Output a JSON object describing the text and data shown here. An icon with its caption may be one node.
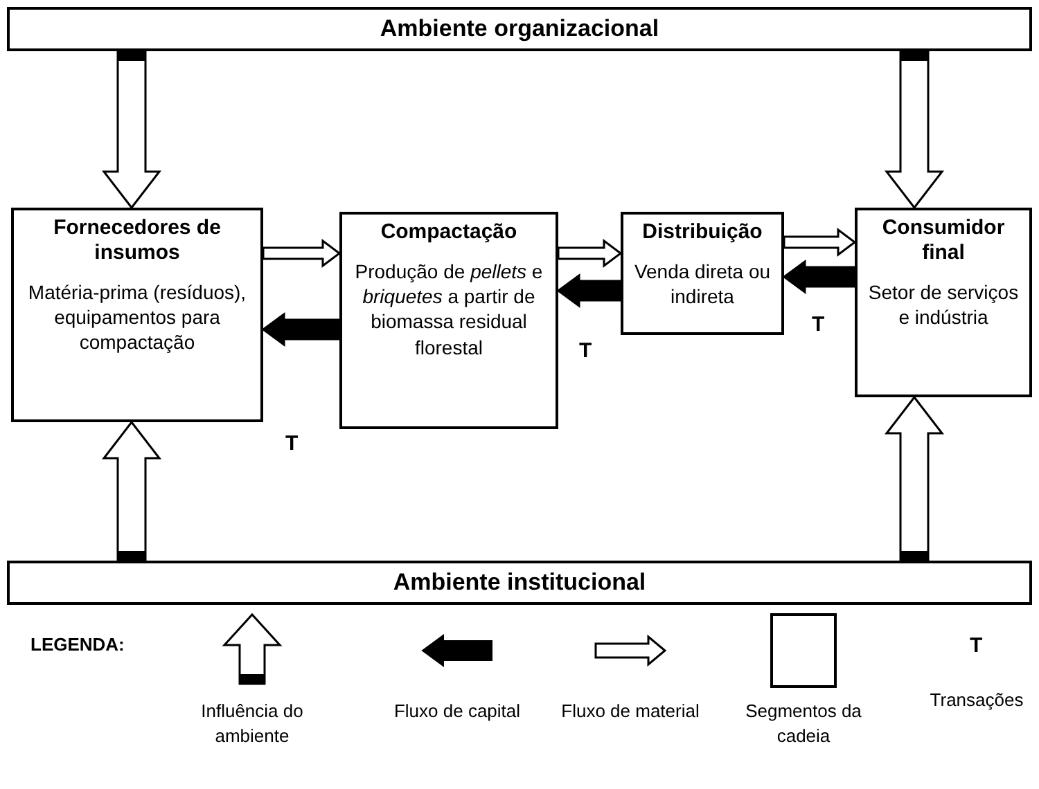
{
  "diagram": {
    "nodes": [
      {
        "text": [
          "Ambiente organizacional"
        ]
      },
      {
        "text": [
          "Fornecedores de insumos",
          "Matéria-prima (resíduos), equipamentos para compactação"
        ]
      },
      {
        "text": [
          "Compactação",
          "Produção de *pellets* e *briquetes* a partir de biomassa residual florestal"
        ]
      },
      {
        "text": [
          "Distribuição",
          "Venda direta ou indireta"
        ]
      },
      {
        "text": [
          "Consumidor final",
          "Setor de serviços e indústria"
        ]
      },
      {
        "text": [
          "Ambiente institucional"
        ]
      }
    ],
    "edges": [
      {
        "from": 0,
        "to": 1,
        "arrow": "to"
      },
      {
        "from": 0,
        "to": 4,
        "arrow": "to"
      },
      {
        "from": 5,
        "to": 1,
        "arrow": "to"
      },
      {
        "from": 5,
        "to": 4,
        "arrow": "to"
      },
      {
        "from": 1,
        "to": 2,
        "arrow": "to"
      },
      {
        "from": 2,
        "to": 1,
        "arrow": "to",
        "color": "#000000"
      },
      {
        "from": 2,
        "to": 3,
        "arrow": "to"
      },
      {
        "from": 3,
        "to": 2,
        "arrow": "to",
        "color": "#000000"
      },
      {
        "from": 3,
        "to": 4,
        "arrow": "to"
      },
      {
        "from": 4,
        "to": 3,
        "arrow": "to",
        "color": "#000000"
      }
    ],
    "labels": [
      "T",
      "T",
      "T",
      "LEGENDA:",
      "T"
    ],
    "legend": [
      {
        "text": "Influência do ambiente"
      },
      {
        "text": "Fluxo de capital"
      },
      {
        "text": "Fluxo de material"
      },
      {
        "text": "Segmentos da cadeia"
      },
      {
        "text": "Transações"
      }
    ]
  }
}
